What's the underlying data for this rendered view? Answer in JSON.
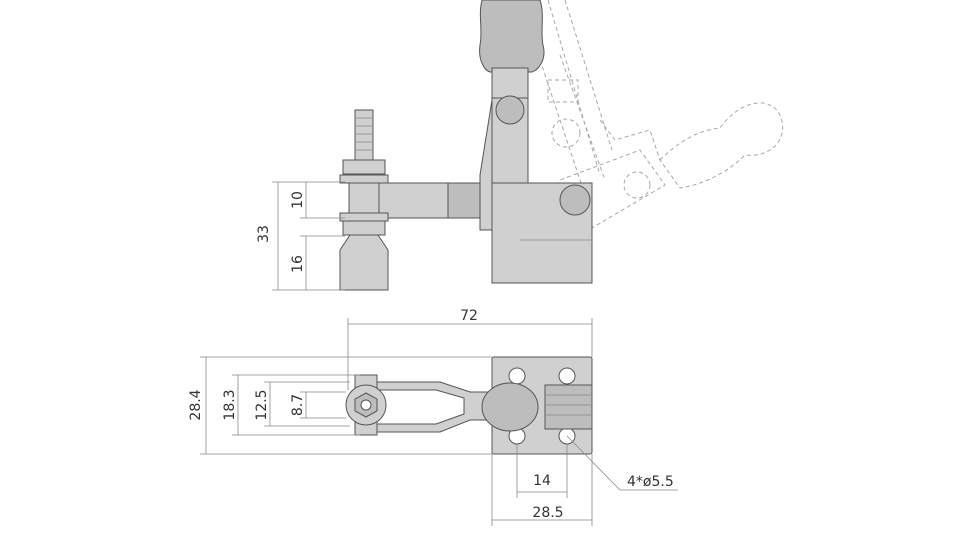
{
  "side_view": {
    "dims": {
      "upper": "10",
      "total": "33",
      "lower": "16"
    }
  },
  "top_view": {
    "dims": {
      "length": "72",
      "width_outer": "28.4",
      "width_2": "18.3",
      "width_3": "12.5",
      "width_4": "8.7",
      "hole_spacing": "14",
      "base_width": "28.5",
      "holes": "4*ø5.5"
    }
  },
  "colors": {
    "part_fill": "#d0d0d0",
    "outline": "#555555",
    "ghost": "#a8a8a8",
    "dimension": "#888888"
  }
}
